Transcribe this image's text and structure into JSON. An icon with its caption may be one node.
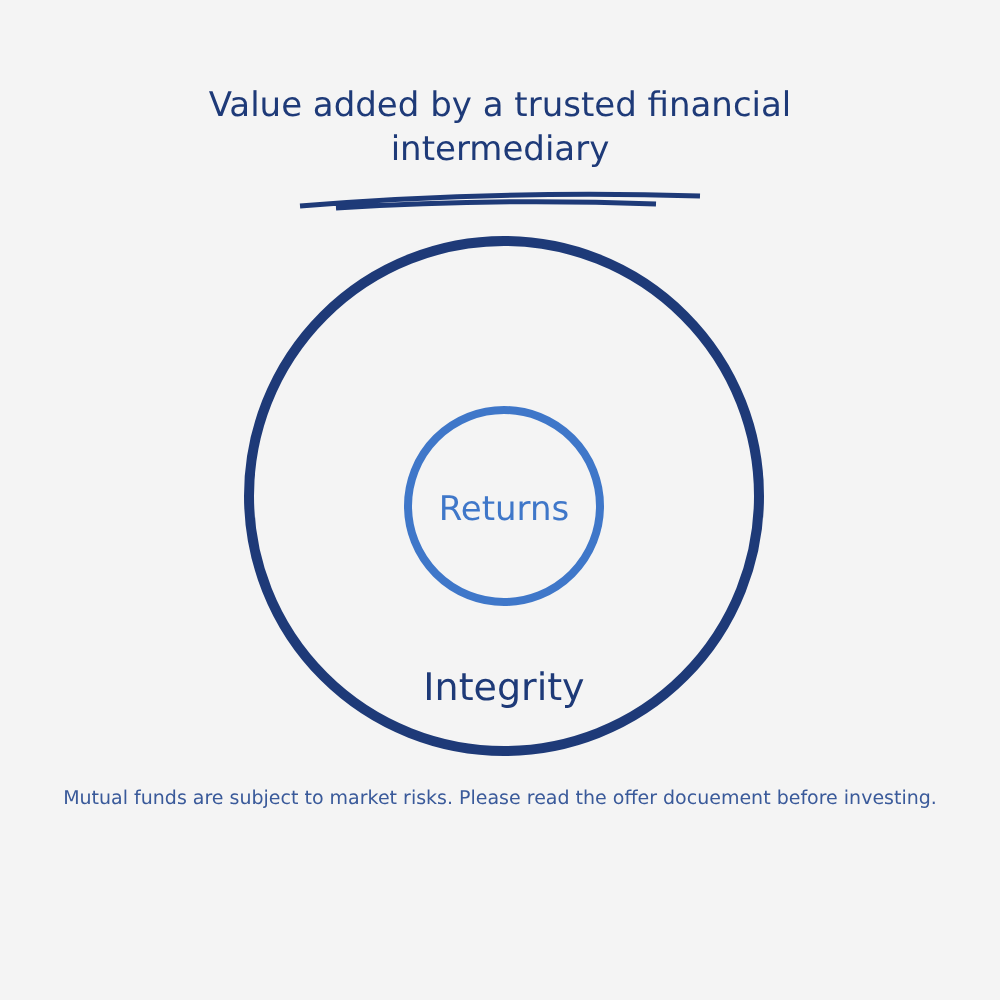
{
  "diagram": {
    "title": "Value added by a trusted financial intermediary",
    "nodes": [
      {
        "text": [
          "Integrity"
        ]
      },
      {
        "text": [
          "Returns"
        ],
        "in": 0
      }
    ],
    "caption": "Mutual funds are subject to market risks. Please read the offer docuement before investing."
  }
}
